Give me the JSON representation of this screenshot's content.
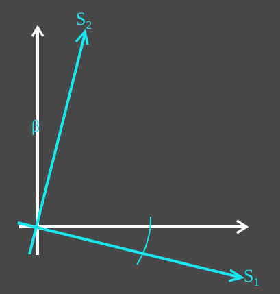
{
  "diagram": {
    "labels": {
      "s2_main": "S",
      "s2_sub": "2",
      "s1_main": "S",
      "s1_sub": "1",
      "beta": "β"
    }
  },
  "colors": {
    "background": "#484848",
    "axis": "#FFFFFF",
    "vector": "#19E6EE"
  }
}
